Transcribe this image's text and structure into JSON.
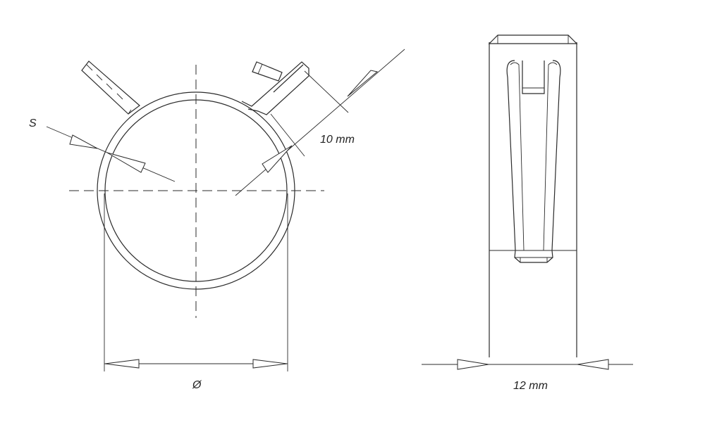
{
  "labels": {
    "thickness": "S",
    "tab_width": "10 mm",
    "diameter": "Ø",
    "band_width": "12 mm"
  },
  "colors": {
    "stroke": "#2b2b2b",
    "background": "#ffffff"
  }
}
